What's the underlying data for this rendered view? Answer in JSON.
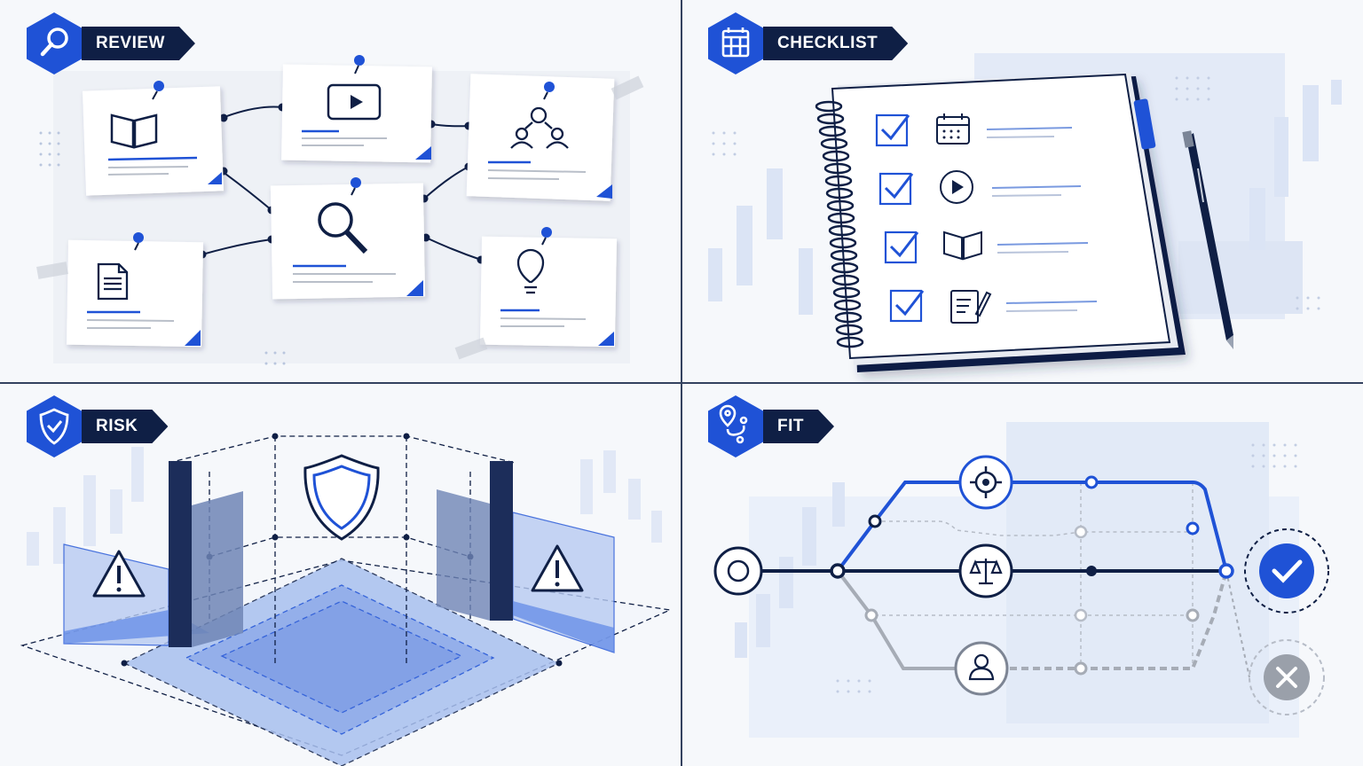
{
  "panels": {
    "review": {
      "label": "REVIEW",
      "icon": "magnifier-icon"
    },
    "checklist": {
      "label": "CHECKLIST",
      "icon": "calendar-grid-icon"
    },
    "risk": {
      "label": "RISK",
      "icon": "shield-check-icon"
    },
    "fit": {
      "label": "FIT",
      "icon": "route-pin-icon"
    }
  },
  "colors": {
    "navy": "#0f1f45",
    "blue": "#1f52d6",
    "light_blue": "#dce6f7",
    "gray": "#a6acb6",
    "divider": "#34425f"
  }
}
